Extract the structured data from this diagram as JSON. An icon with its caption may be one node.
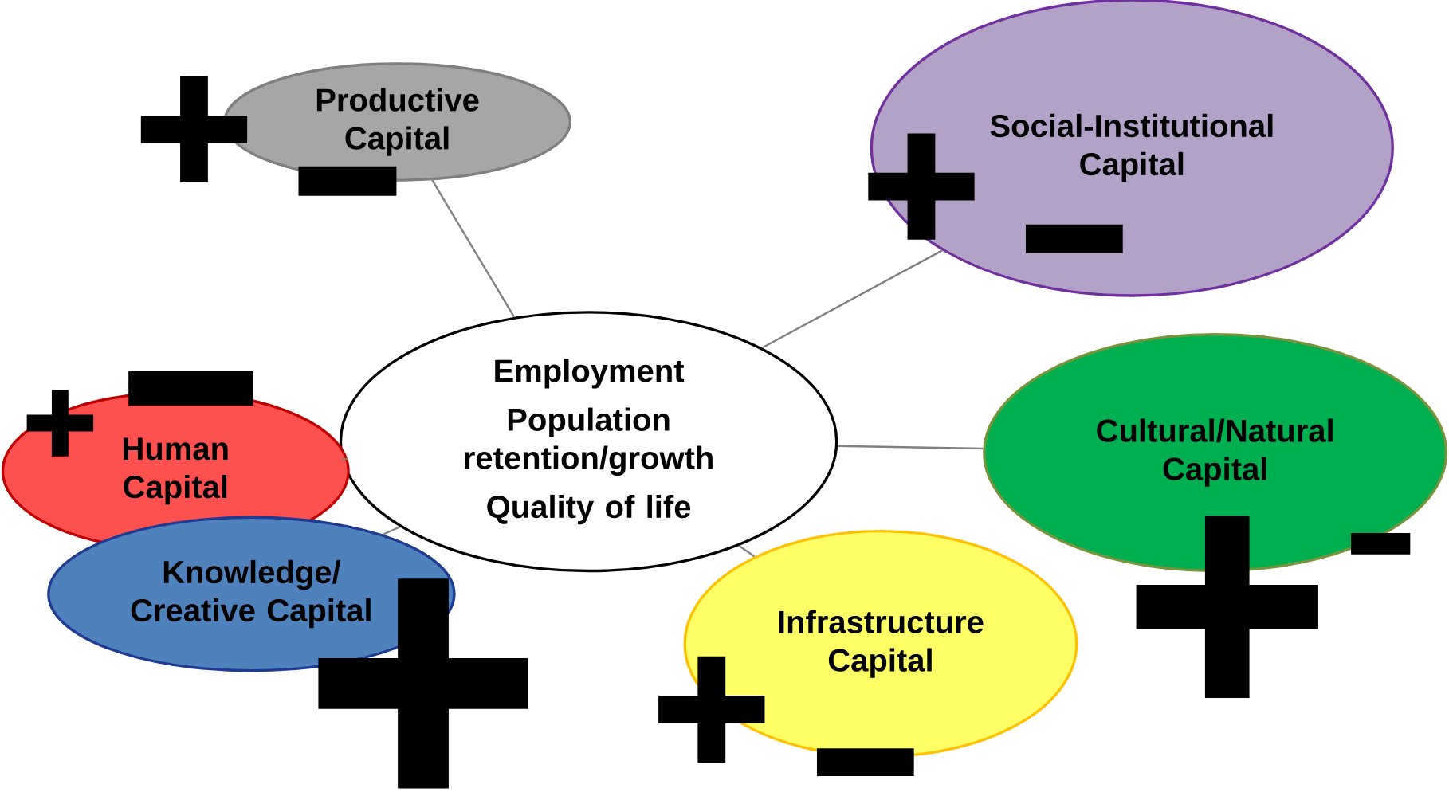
{
  "diagram": {
    "nodes": [
      {
        "text": [
          "Employment",
          "Population retention/growth",
          "Quality of life"
        ]
      },
      {
        "text": [
          "Productive Capital"
        ]
      },
      {
        "text": [
          "Social-Institutional Capital"
        ]
      },
      {
        "text": [
          "Human Capital"
        ]
      },
      {
        "text": [
          "Knowledge/ Creative Capital"
        ]
      },
      {
        "text": [
          "Cultural/Natural Capital"
        ]
      },
      {
        "text": [
          "Infrastructure Capital"
        ]
      }
    ],
    "edges": [
      {
        "from": 0,
        "to": 1,
        "arrow": "none"
      },
      {
        "from": 0,
        "to": 2,
        "arrow": "none"
      },
      {
        "from": 0,
        "to": 3,
        "arrow": "none"
      },
      {
        "from": 0,
        "to": 4,
        "arrow": "none"
      },
      {
        "from": 0,
        "to": 5,
        "arrow": "none"
      },
      {
        "from": 0,
        "to": 6,
        "arrow": "none"
      }
    ]
  }
}
